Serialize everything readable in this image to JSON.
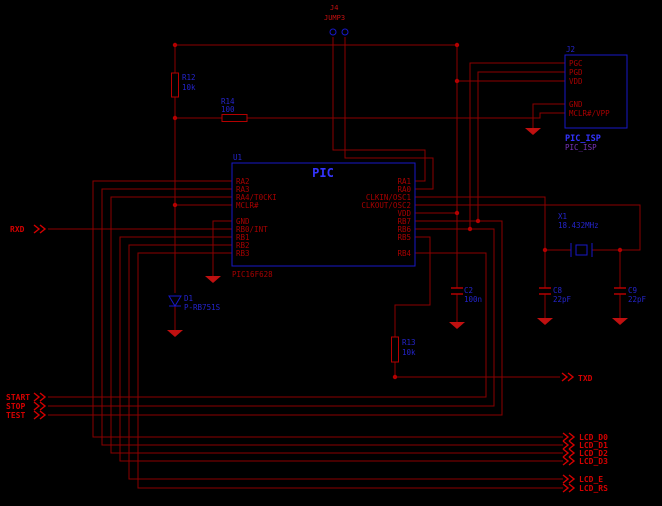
{
  "schematic": {
    "pic": {
      "ref": "U1",
      "title": "PIC",
      "value": "PIC16F628",
      "left_pins": [
        "RA2",
        "RA3",
        "RA4/T0CKI",
        "MCLR#",
        "GND",
        "RB0/INT",
        "RB1",
        "RB2",
        "RB3"
      ],
      "right_pins": [
        "RA1",
        "RA0",
        "CLKIN/OSC1",
        "CLKOUT/OSC2",
        "VDD",
        "RB7",
        "RB6",
        "RB5",
        "RB4"
      ]
    },
    "isp": {
      "ref": "J2",
      "pins": [
        "PGC",
        "PGD",
        "VDD",
        "GND",
        "MCLR#/VPP"
      ],
      "name": "PIC_ISP",
      "footprint": "PIC_ISP"
    },
    "jumper": {
      "ref": "J4",
      "value": "JUMP3"
    },
    "r12": {
      "ref": "R12",
      "value": "10k"
    },
    "r14": {
      "ref": "R14",
      "value": "100"
    },
    "r13": {
      "ref": "R13",
      "value": "10k"
    },
    "d1": {
      "ref": "D1",
      "value": "P-RB751S"
    },
    "c2": {
      "ref": "C2",
      "value": "100n"
    },
    "c8": {
      "ref": "C8",
      "value": "22pF"
    },
    "c9": {
      "ref": "C9",
      "value": "22pF"
    },
    "x1": {
      "ref": "X1",
      "value": "18.432MHz"
    },
    "ports": {
      "rxd": "RXD",
      "txd": "TXD",
      "start": "START",
      "stop": "STOP",
      "test": "TEST",
      "lcd": [
        "LCD_D0",
        "LCD_D1",
        "LCD_D2",
        "LCD_D3",
        "LCD_E",
        "LCD_RS"
      ]
    },
    "colors": {
      "background": "#000000",
      "wire": "#8c0000",
      "component_blue": "#1818c8",
      "component_red": "#b40000",
      "bright_blue": "#3434ff",
      "port_red": "#d40000"
    }
  }
}
